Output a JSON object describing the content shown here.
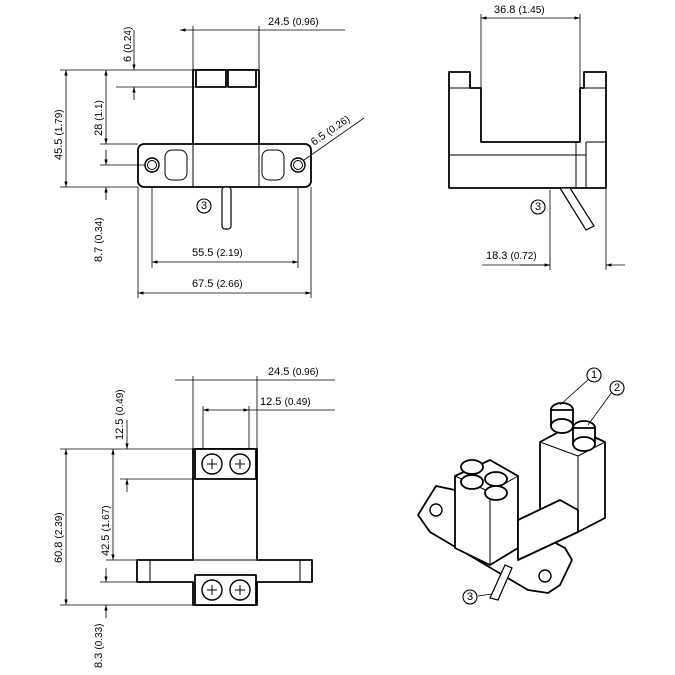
{
  "views": {
    "front": {
      "dims": {
        "width_top": {
          "main": "24.5",
          "alt": "(0.96)"
        },
        "tab_height": {
          "main": "6",
          "alt": "(0.24)"
        },
        "total_height": {
          "main": "45.5",
          "alt": "(1.79)"
        },
        "upper_height": {
          "main": "28",
          "alt": "(1.1)"
        },
        "hole_diameter": {
          "main": "6.5",
          "alt": "(0.26)"
        },
        "lower_height": {
          "main": "8.7",
          "alt": "(0.34)"
        },
        "hole_spacing": {
          "main": "55.5",
          "alt": "(2.19)"
        },
        "overall_width": {
          "main": "67.5",
          "alt": "(2.66)"
        }
      },
      "callout": "3"
    },
    "side": {
      "dims": {
        "slot_width": {
          "main": "36.8",
          "alt": "(1.45)"
        },
        "cable_offset": {
          "main": "18.3",
          "alt": "(0.72)"
        }
      },
      "callout": "3"
    },
    "top": {
      "dims": {
        "outer_width": {
          "main": "24.5",
          "alt": "(0.96)"
        },
        "inner_width": {
          "main": "12.5",
          "alt": "(0.49)"
        },
        "top_offset": {
          "main": "12.5",
          "alt": "(0.49)"
        },
        "total_length": {
          "main": "60.8",
          "alt": "(2.39)"
        },
        "mid_length": {
          "main": "42.5",
          "alt": "(1.67)"
        },
        "bottom_offset": {
          "main": "8.3",
          "alt": "(0.33)"
        }
      }
    },
    "iso": {
      "callouts": [
        "1",
        "2",
        "3"
      ]
    }
  }
}
